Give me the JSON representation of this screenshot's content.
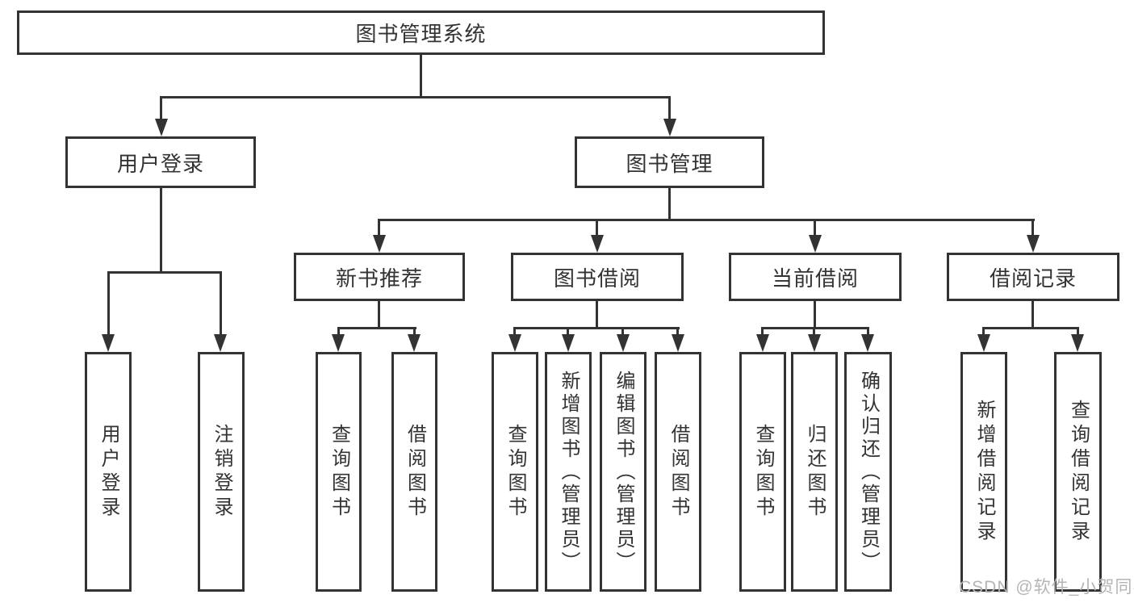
{
  "diagram": {
    "background": "#ffffff",
    "line_color": "#333333",
    "text_color": "#333333",
    "root": {
      "label": "图书管理系统"
    },
    "user_login": {
      "label": "用户登录",
      "children": [
        "用户登录",
        "注销登录"
      ]
    },
    "book_management": {
      "label": "图书管理",
      "sections": [
        {
          "label": "新书推荐",
          "children": [
            "查询图书",
            "借阅图书"
          ]
        },
        {
          "label": "图书借阅",
          "children": [
            "查询图书",
            "新增图书（管理员）",
            "编辑图书（管理员）",
            "借阅图书"
          ]
        },
        {
          "label": "当前借阅",
          "children": [
            "查询图书",
            "归还图书",
            "确认归还（管理员）"
          ]
        },
        {
          "label": "借阅记录",
          "children": [
            "新增借阅记录",
            "查询借阅记录"
          ]
        }
      ]
    },
    "watermark": {
      "text": "CSDN @软件_小贺同学",
      "color": "#b5b5b5"
    }
  }
}
